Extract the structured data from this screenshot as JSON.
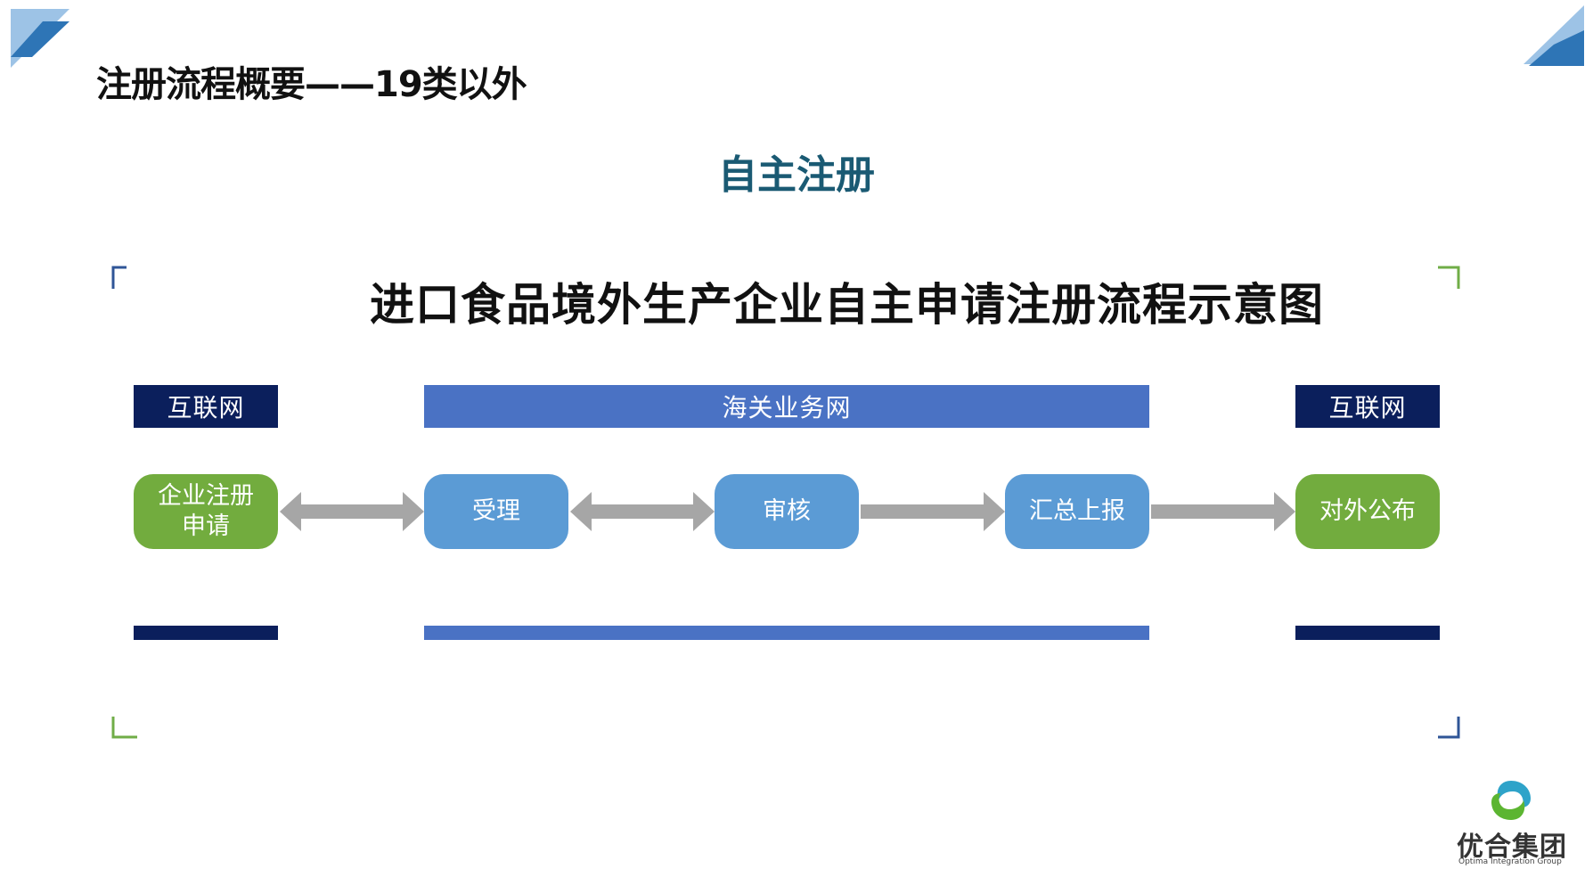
{
  "header": {
    "title": "注册流程概要——19类以外",
    "subtitle": "自主注册"
  },
  "diagram": {
    "title": "进口食品境外生产企业自主申请注册流程示意图",
    "lanes": {
      "left": "互联网",
      "middle": "海关业务网",
      "right": "互联网"
    },
    "nodes": {
      "apply": "企业注册申请",
      "accept": "受理",
      "review": "审核",
      "report": "汇总上报",
      "publish": "对外公布"
    },
    "colors": {
      "internet_lane": "#0b1f5c",
      "customs_lane": "#4a72c4",
      "green_node": "#72ac3e",
      "blue_node": "#5b9bd5",
      "arrow": "#a6a6a6"
    }
  },
  "logo": {
    "name": "优合集团",
    "tagline": "Optima Integration Group"
  }
}
